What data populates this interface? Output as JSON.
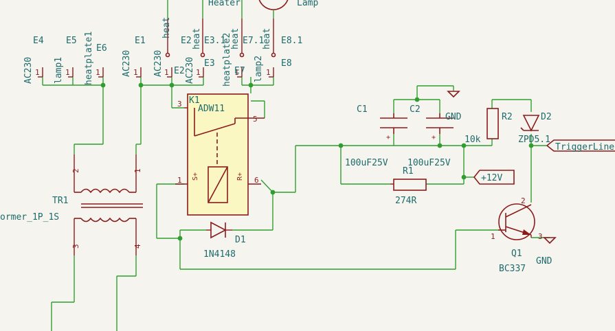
{
  "labels": {
    "heater": "Heater",
    "lamp_top": "Lamp",
    "e4": "E4",
    "e5": "E5",
    "e6": "E6",
    "e1": "E1",
    "e2": "E2",
    "e2b": "E2",
    "e3a": "E3.1",
    "e3": "E3",
    "e7a": "E7.1",
    "e7": "E7",
    "e8a": "E8.1",
    "e8": "E8",
    "heat1": "heat",
    "heat2": "heat",
    "heat3": "heat",
    "heat4": "heat",
    "ac230_1": "AC230",
    "lamp1": "lamp1",
    "heatplate1": "heatplate1",
    "ac230_2": "AC230",
    "ac230_3": "AC230",
    "ac230_4": "AC230",
    "heatplate2": "heatplate2",
    "lamp2": "lamp2",
    "k1": "K1",
    "adw11": "ADW11",
    "c1": "C1",
    "c2": "C2",
    "gnd_c": "GND",
    "c1_val": "100uF25V",
    "c2_val": "100uF25V",
    "r1": "R1",
    "r1_val": "274R",
    "r2": "R2",
    "r2_val": "10k",
    "d2": "D2",
    "d2_val": "ZPD5.1",
    "trigger": "TriggerLine",
    "plus12": "+12V",
    "tr1": "TR1",
    "tr1_val": "ormer_1P_1S",
    "d1": "D1",
    "d1_val": "1N4148",
    "q1": "Q1",
    "q1_val": "BC337",
    "gnd_q": "GND"
  },
  "pins": {
    "p1": "1",
    "p2": "2",
    "p3": "3",
    "p4": "4",
    "p5": "5",
    "p6": "6",
    "sp": "S+",
    "rp": "R+"
  }
}
